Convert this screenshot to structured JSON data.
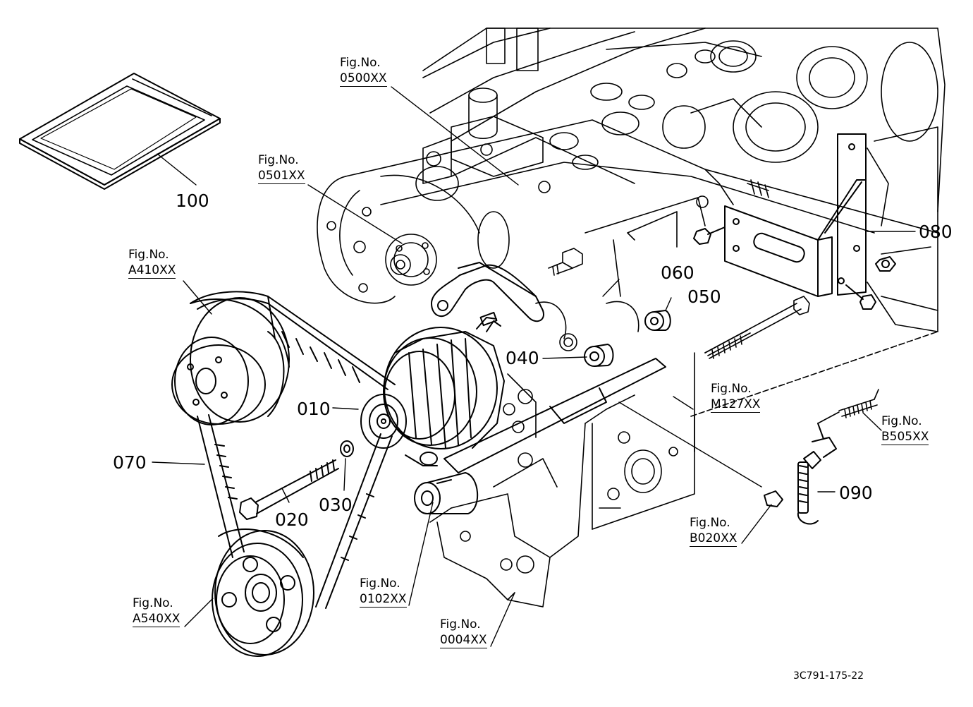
{
  "diagram": {
    "callouts": [
      {
        "id": "c100",
        "text": "100"
      },
      {
        "id": "c010",
        "text": "010"
      },
      {
        "id": "c020",
        "text": "020"
      },
      {
        "id": "c030",
        "text": "030"
      },
      {
        "id": "c040",
        "text": "040"
      },
      {
        "id": "c050",
        "text": "050"
      },
      {
        "id": "c060",
        "text": "060"
      },
      {
        "id": "c070",
        "text": "070"
      },
      {
        "id": "c080",
        "text": "080"
      },
      {
        "id": "c090",
        "text": "090"
      }
    ],
    "figure_refs": [
      {
        "label": "Fig.No.",
        "code": "0500XX"
      },
      {
        "label": "Fig.No.",
        "code": "0501XX"
      },
      {
        "label": "Fig.No.",
        "code": "A410XX"
      },
      {
        "label": "Fig.No.",
        "code": "M127XX"
      },
      {
        "label": "Fig.No.",
        "code": "B505XX"
      },
      {
        "label": "Fig.No.",
        "code": "B020XX"
      },
      {
        "label": "Fig.No.",
        "code": "0102XX"
      },
      {
        "label": "Fig.No.",
        "code": "0004XX"
      },
      {
        "label": "Fig.No.",
        "code": "A540XX"
      }
    ],
    "document_id": "3C791-175-22",
    "line_color": "#000000",
    "background": "#ffffff"
  }
}
